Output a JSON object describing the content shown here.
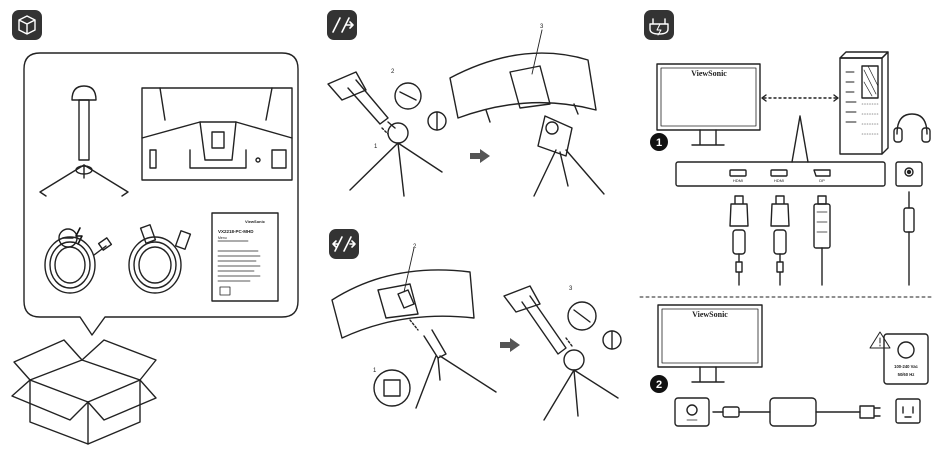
{
  "box_section": {
    "icon": "package-icon",
    "manual": {
      "brand": "ViewSonic",
      "model": "VX2218-PC-MHD",
      "title": "Menu"
    }
  },
  "stand_install": {
    "icon": "install-stand-icon",
    "steps": [
      "1",
      "2",
      "3"
    ]
  },
  "stand_remove": {
    "icon": "remove-stand-icon",
    "steps": [
      "1",
      "2",
      "3"
    ]
  },
  "connection": {
    "icon": "power-plug-icon",
    "brand": "ViewSonic",
    "step1_badge": "1",
    "step2_badge": "2",
    "ports": [
      "HDMI",
      "HDMI",
      "DP"
    ],
    "power_spec_line1": "100-240 Vac",
    "power_spec_line2": "50/60 Hz"
  }
}
